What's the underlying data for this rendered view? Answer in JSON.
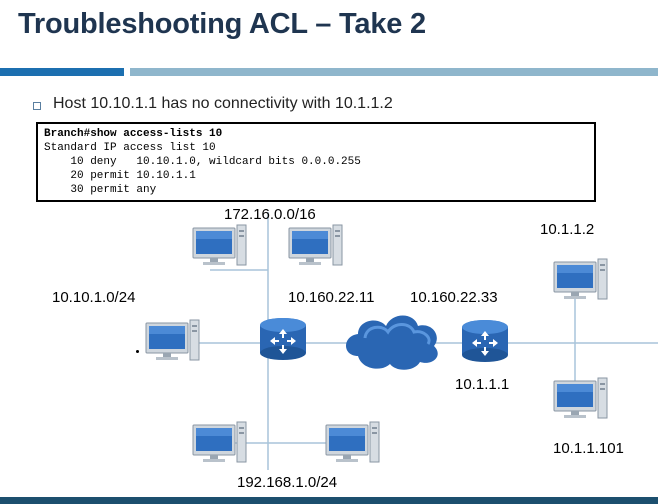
{
  "slide": {
    "title": "Troubleshooting ACL – Take 2",
    "bullet": "Host 10.10.1.1 has no connectivity with 10.1.1.2"
  },
  "cli": {
    "prompt": "Branch#",
    "command": "show access-lists 10",
    "lines": [
      "Standard IP access list 10",
      "    10 deny   10.10.1.0, wildcard bits 0.0.0.255",
      "    20 permit 10.10.1.1",
      "    30 permit any"
    ]
  },
  "network": {
    "labels": {
      "net_top": "172.16.0.0/16",
      "net_left": "10.10.1.0/24",
      "net_bottom": "192.168.1.0/24",
      "router1_ip": "10.160.22.11",
      "router2_ip": "10.160.22.33",
      "router2_lan": "10.1.1.1",
      "host_top_right": "10.1.1.2",
      "host_bottom_right": "10.1.1.101"
    },
    "colors": {
      "router": "#2a66b3",
      "cloud": "#2a66b3",
      "monitor_screen": "#2f6fc0",
      "line": "#a8c4da"
    }
  }
}
